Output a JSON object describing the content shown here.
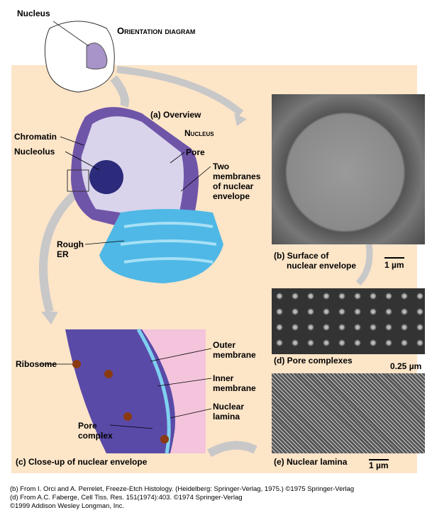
{
  "orientation": {
    "nucleus_label": "Nucleus",
    "title": "Orientation diagram"
  },
  "overview": {
    "title": "(a) Overview",
    "nucleus": "Nucleus",
    "chromatin": "Chromatin",
    "nucleolus": "Nucleolus",
    "pore": "Pore",
    "two_membranes": [
      "Two",
      "membranes",
      "of nuclear",
      "envelope"
    ],
    "rough_er": [
      "Rough",
      "ER"
    ]
  },
  "surface": {
    "caption": [
      "(b) Surface of",
      "nuclear envelope"
    ],
    "scale": "1 µm"
  },
  "pores": {
    "caption": "(d) Pore complexes",
    "scale": "0.25 µm"
  },
  "lamina": {
    "caption": "(e) Nuclear lamina",
    "scale": "1 µm"
  },
  "closeup": {
    "caption": "(c) Close-up of nuclear envelope",
    "ribosome": "Ribosome",
    "outer": [
      "Outer",
      "membrane"
    ],
    "inner": [
      "Inner",
      "membrane"
    ],
    "lamina": [
      "Nuclear",
      "lamina"
    ],
    "pore_complex": [
      "Pore",
      "complex"
    ]
  },
  "footer": [
    "(b) From I. Orci and A. Perrelet, Freeze-Etch Histology. (Heidelberg: Springer-Verlag, 1975.) ©1975 Springer-Verlag",
    "(d) From A.C. Faberge, Cell Tiss. Res. 151(1974):403. ©1974 Springer-Verlag",
    "©1999 Addison Wesley Longman, Inc."
  ],
  "colors": {
    "background": "#fde5c8",
    "nucleus": "#7a62b0",
    "er": "#4fb8e6",
    "arrow": "#c8c8c8"
  }
}
